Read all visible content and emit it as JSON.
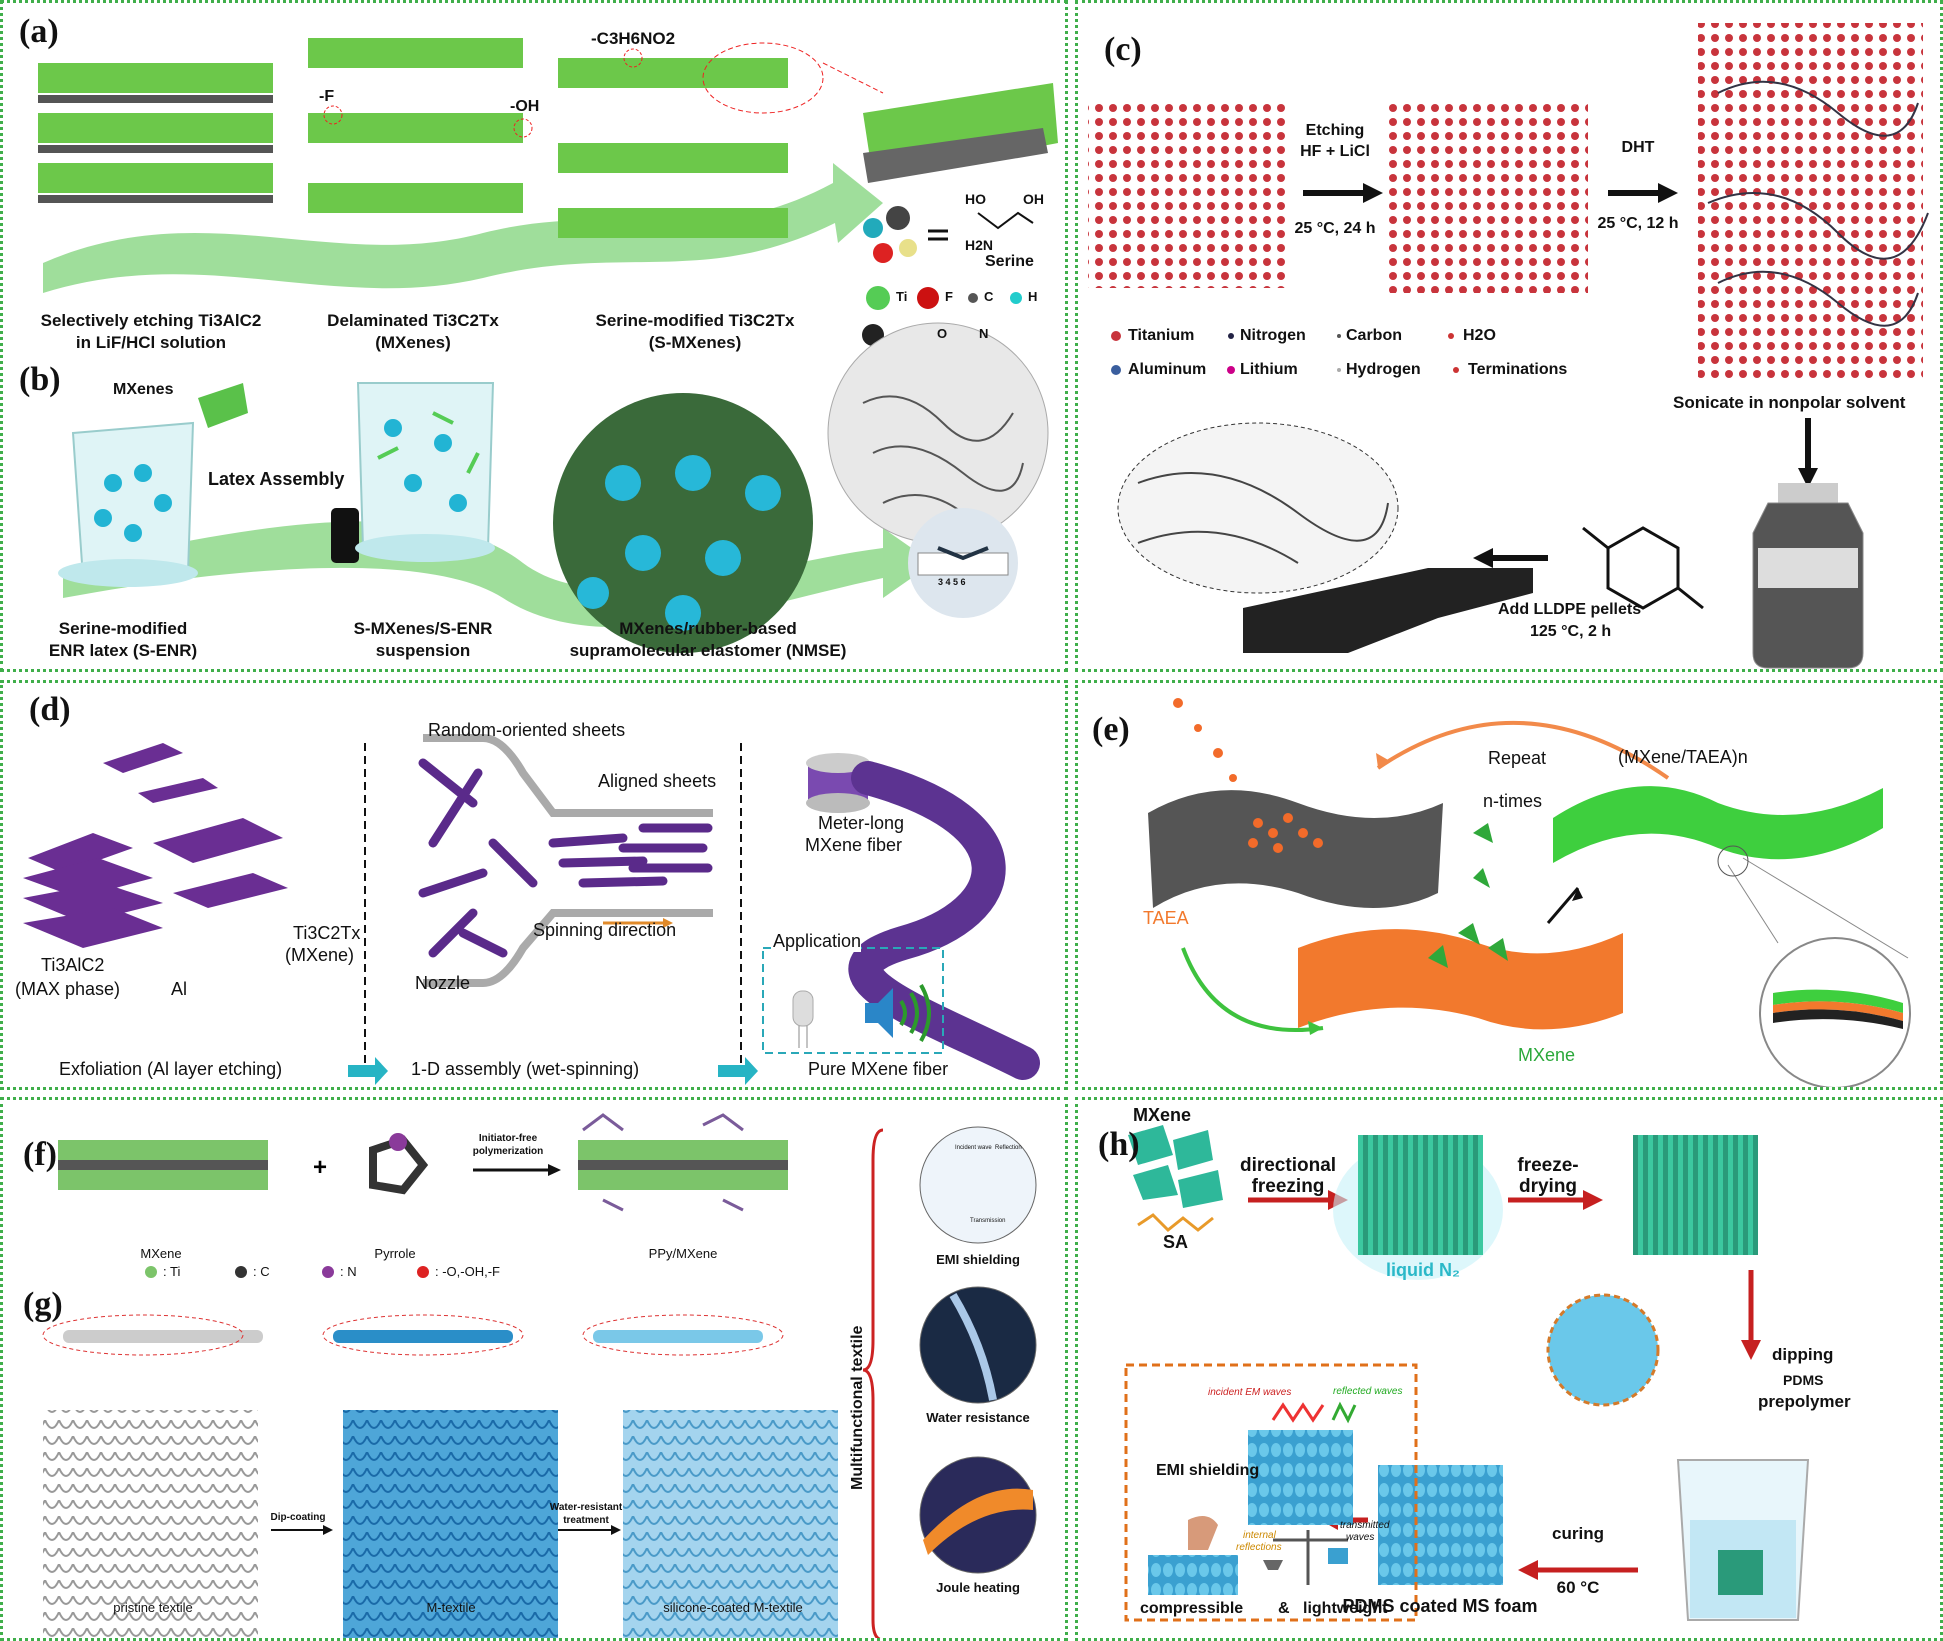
{
  "panels": {
    "a": {
      "label": "(a)",
      "annotations": {
        "serine_group": "-C3H6NO2",
        "f_group": "-F",
        "oh_group": "-OH",
        "serine": "Serine",
        "ho": "HO",
        "oh": "OH",
        "h2n": "H2N"
      },
      "steps": [
        {
          "line1": "Selectively etching Ti3AlC2",
          "line2": "in LiF/HCl solution"
        },
        {
          "line1": "Delaminated Ti3C2Tx",
          "line2": "(MXenes)"
        },
        {
          "line1": "Serine-modified Ti3C2Tx",
          "line2": "(S-MXenes)"
        }
      ],
      "legend": [
        "Ti",
        "F",
        "C",
        "H",
        "",
        "O",
        "N"
      ]
    },
    "b": {
      "label": "(b)",
      "mxenes": "MXenes",
      "latex_assembly": "Latex Assembly",
      "ruler": "3 4 5 6",
      "steps": [
        {
          "line1": "Serine-modified",
          "line2": "ENR latex (S-ENR)"
        },
        {
          "line1": "S-MXenes/S-ENR",
          "line2": "suspension"
        },
        {
          "line1": "MXenes/rubber-based",
          "line2": "supramolecular elastomer (NMSE)"
        }
      ]
    },
    "c": {
      "label": "(c)",
      "step1": {
        "line1": "Etching",
        "line2": "HF + LiCl",
        "cond": "25 °C, 24 h"
      },
      "step2": {
        "line1": "DHT",
        "cond": "25 °C, 12 h"
      },
      "legend": [
        "Titanium",
        "Nitrogen",
        "Carbon",
        "H2O",
        "Aluminum",
        "Lithium",
        "Hydrogen",
        "Terminations"
      ],
      "sonicate": "Sonicate in nonpolar solvent",
      "add_pellets": {
        "line1": "Add LLDPE pellets",
        "line2": "125 °C, 2 h"
      }
    },
    "d": {
      "label": "(d)",
      "ti3alc2": "Ti3AlC2",
      "max_phase": "(MAX phase)",
      "al": "Al",
      "ti3c2tx": "Ti3C2Tx",
      "mxene": "(MXene)",
      "random_sheets": "Random-oriented sheets",
      "aligned_sheets": "Aligned sheets",
      "spinning_direction": "Spinning direction",
      "nozzle": "Nozzle",
      "meter_long": "Meter-long",
      "mxene_fiber": "MXene fiber",
      "application": "Application",
      "bottom": [
        "Exfoliation (Al layer etching)",
        "1-D assembly (wet-spinning)",
        "Pure MXene fiber"
      ]
    },
    "e": {
      "label": "(e)",
      "repeat": "Repeat",
      "ntimes": "n-times",
      "product": "(MXene/TAEA)n",
      "taea": "TAEA",
      "mxene": "MXene"
    },
    "f": {
      "label": "(f)",
      "initiator": "Initiator-free",
      "polymerization": "polymerization",
      "mxene": "MXene",
      "pyrrole": "Pyrrole",
      "ppy_mxene": "PPy/MXene",
      "legend": [
        ": Ti",
        ": C",
        ": N",
        ": -O,-OH,-F"
      ]
    },
    "g": {
      "label": "(g)",
      "dip_coating": "Dip-coating",
      "water_resistant": "Water-resistant",
      "treatment": "treatment",
      "textiles": [
        "pristine textile",
        "M-textile",
        "silicone-coated M-textile"
      ],
      "multifunctional": "Multifunctional textile",
      "functions": [
        "EMI shielding",
        "Water resistance",
        "Joule heating"
      ],
      "emi_inset": [
        "Incident wave",
        "Reflection",
        "Transmission"
      ]
    },
    "h": {
      "label": "(h)",
      "mxene": "MXene",
      "sa": "SA",
      "directional": "directional",
      "freezing": "freezing",
      "liquid_n2": "liquid N₂",
      "freeze": "freeze-",
      "drying": "drying",
      "dipping": "dipping",
      "pdms": "PDMS",
      "prepolymer": "prepolymer",
      "curing": "curing",
      "temp": "60 °C",
      "foam": "PDMS coated MS foam",
      "emi_shielding": "EMI shielding",
      "incident": "incident EM waves",
      "reflected": "reflected waves",
      "internal": "internal",
      "reflections": "reflections",
      "transmitted": "transmitted",
      "waves": "waves",
      "compressible": "compressible",
      "amp": "&",
      "lightweight": "lightweight"
    }
  }
}
